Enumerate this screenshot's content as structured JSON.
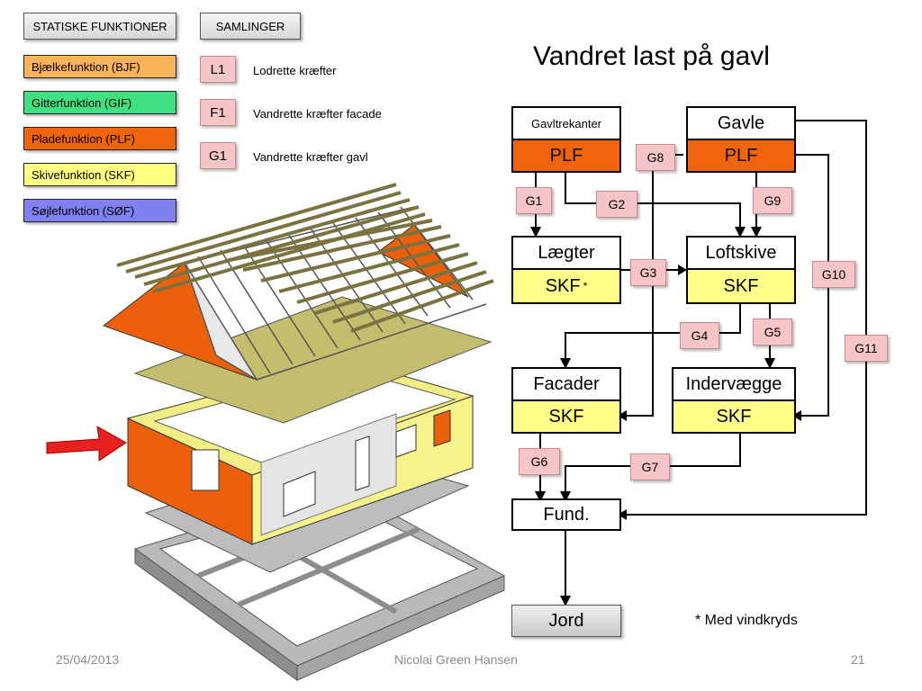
{
  "title": "Vandret last på gavl",
  "headers": {
    "statiske": "STATISKE FUNKTIONER",
    "samlinger": "SAMLINGER"
  },
  "legend": [
    {
      "label": "Bjælkefunktion (BJF)",
      "color": "#fbb35a"
    },
    {
      "label": "Gitterfunktion (GIF)",
      "color": "#3ee080"
    },
    {
      "label": "Pladefunktion (PLF)",
      "color": "#f0640e"
    },
    {
      "label": "Skivefunktion (SKF)",
      "color": "#ffff80"
    },
    {
      "label": "Søjlefunktion (SØF)",
      "color": "#8080f0"
    }
  ],
  "samlinger": [
    {
      "code": "L1",
      "desc": "Lodrette kræfter"
    },
    {
      "code": "F1",
      "desc": "Vandrette kræfter facade"
    },
    {
      "code": "G1",
      "desc": "Vandrette kræfter gavl"
    }
  ],
  "nodes": {
    "gavltrekanter": {
      "top": "Gavltrekanter",
      "bottom": "PLF"
    },
    "gavle": {
      "top": "Gavle",
      "bottom": "PLF"
    },
    "laegter": {
      "top": "Lægter",
      "bottom": "SKF",
      "mark": "*"
    },
    "loftskive": {
      "top": "Loftskive",
      "bottom": "SKF"
    },
    "facader": {
      "top": "Facader",
      "bottom": "SKF"
    },
    "indervaegge": {
      "top": "Indervægge",
      "bottom": "SKF"
    },
    "fund": "Fund.",
    "jord": "Jord"
  },
  "connections": [
    "G1",
    "G2",
    "G3",
    "G4",
    "G5",
    "G6",
    "G7",
    "G8",
    "G9",
    "G10",
    "G11"
  ],
  "note": "* Med vindkryds",
  "footer": {
    "date": "25/04/2013",
    "author": "Nicolai Green Hansen",
    "page": "21"
  },
  "colors": {
    "plf": "#f0640e",
    "skf": "#ffff8a",
    "connection": "#f7c5c8"
  }
}
